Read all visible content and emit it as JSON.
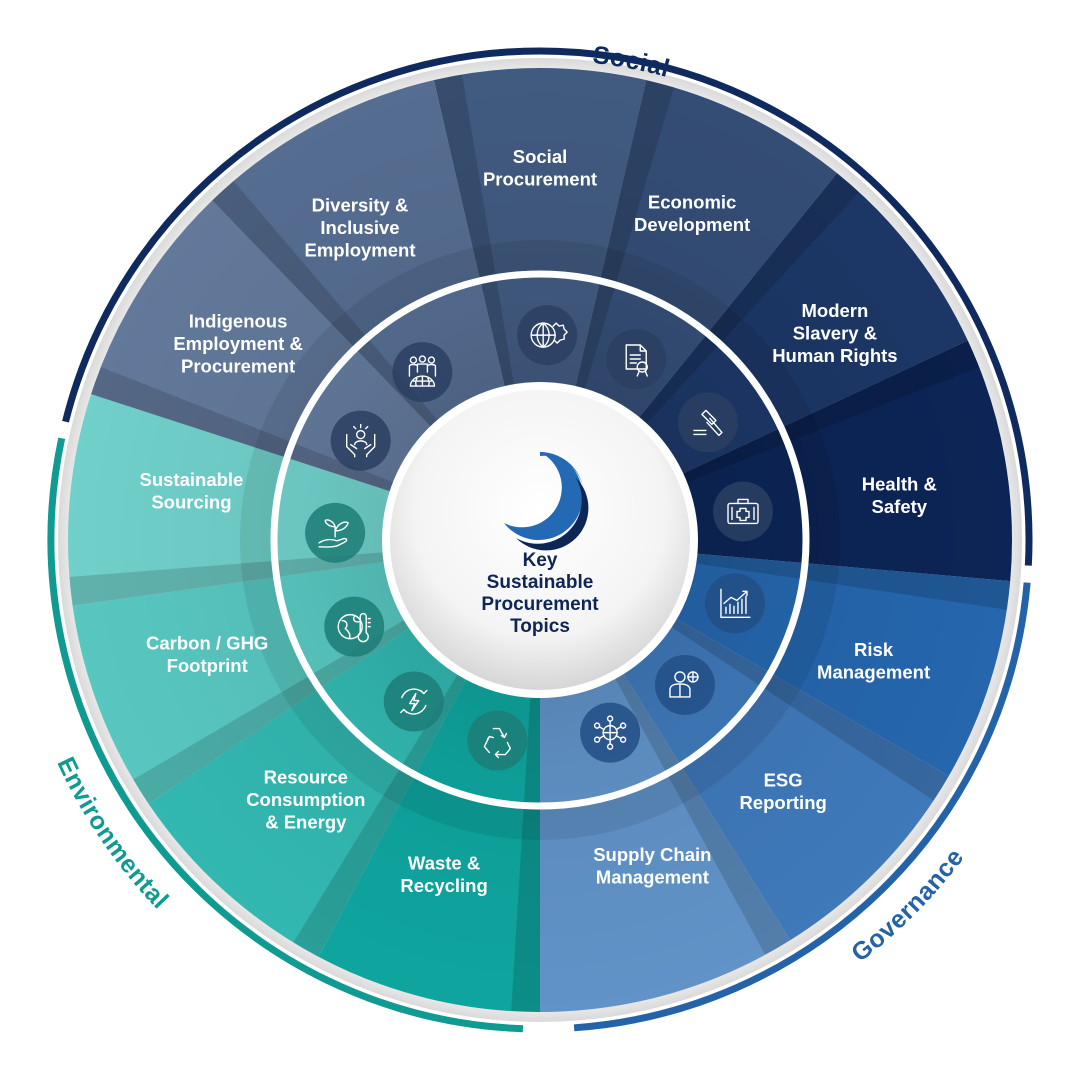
{
  "center": {
    "title_lines": [
      "Key",
      "Sustainable",
      "Procurement",
      "Topics"
    ],
    "logo": "crescent-ring-logo"
  },
  "categories": [
    {
      "name": "Social",
      "color": "#0f2a5e"
    },
    {
      "name": "Governance",
      "color": "#2563a8"
    },
    {
      "name": "Environmental",
      "color": "#0f9a92"
    }
  ],
  "segments": [
    {
      "lines": [
        "Social",
        "Procurement"
      ],
      "category": "Social",
      "color": "#415a80",
      "icon": "globe-gear-icon"
    },
    {
      "lines": [
        "Economic",
        "Development"
      ],
      "category": "Social",
      "color": "#344d75",
      "icon": "certificate-icon"
    },
    {
      "lines": [
        "Modern",
        "Slavery &",
        "Human Rights"
      ],
      "category": "Social",
      "color": "#1c3766",
      "icon": "gavel-icon"
    },
    {
      "lines": [
        "Health &",
        "Safety"
      ],
      "category": "Social",
      "color": "#0c2556",
      "icon": "first-aid-kit-icon"
    },
    {
      "lines": [
        "Risk",
        "Management"
      ],
      "category": "Governance",
      "color": "#2566ad",
      "icon": "growth-chart-icon"
    },
    {
      "lines": [
        "ESG",
        "Reporting"
      ],
      "category": "Governance",
      "color": "#3f79ba",
      "icon": "person-globe-icon"
    },
    {
      "lines": [
        "Supply Chain",
        "Management"
      ],
      "category": "Governance",
      "color": "#6193c8",
      "icon": "network-globe-icon"
    },
    {
      "lines": [
        "Waste &",
        "Recycling"
      ],
      "category": "Environmental",
      "color": "#0fa59f",
      "icon": "recycle-icon"
    },
    {
      "lines": [
        "Resource",
        "Consumption",
        "& Energy"
      ],
      "category": "Environmental",
      "color": "#32b8b1",
      "icon": "renewable-energy-icon"
    },
    {
      "lines": [
        "Carbon / GHG",
        "Footprint"
      ],
      "category": "Environmental",
      "color": "#58c7c0",
      "icon": "globe-thermometer-icon"
    },
    {
      "lines": [
        "Sustainable",
        "Sourcing"
      ],
      "category": "Environmental",
      "color": "#70d0ca",
      "icon": "plant-hand-icon"
    },
    {
      "lines": [
        "Indigenous",
        "Employment &",
        "Procurement"
      ],
      "category": "Social",
      "color": "#62799b",
      "icon": "hands-person-icon"
    },
    {
      "lines": [
        "Diversity &",
        "Inclusive",
        "Employment"
      ],
      "category": "Social",
      "color": "#556d91",
      "icon": "people-globe-icon"
    }
  ],
  "colors": {
    "icon_circle_social": "#2a3f62",
    "icon_circle_governance": "#224f86",
    "icon_circle_environmental": "#1d7d77",
    "ring_grey": "#e6e6e6",
    "center_text": "#0d2656",
    "logo_blue": "#2469b3",
    "logo_navy": "#0d2656"
  }
}
